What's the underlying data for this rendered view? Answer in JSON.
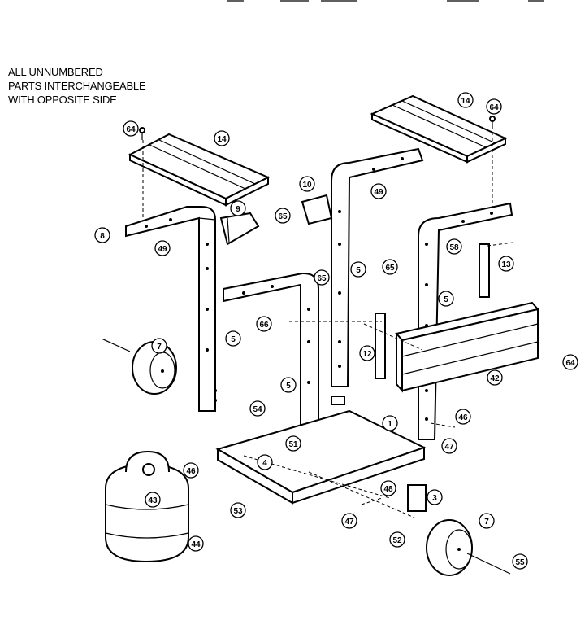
{
  "note": {
    "line1": "ALL UNNUMBERED",
    "line2": "PARTS INTERCHANGEABLE",
    "line3": "WITH OPPOSITE SIDE"
  },
  "callouts": {
    "c14a": "14",
    "c64a": "64",
    "c14b": "14",
    "c64b": "64",
    "c10": "10",
    "c49a": "49",
    "c65a": "65",
    "c9": "9",
    "c8": "8",
    "c49b": "49",
    "c58": "58",
    "c13": "13",
    "c65b": "65",
    "c65c": "65",
    "c5a": "5",
    "c5b": "5",
    "c5c": "5",
    "c5d": "5",
    "c66": "66",
    "c12": "12",
    "c64c": "64",
    "c42": "42",
    "c1": "1",
    "c46a": "46",
    "c47a": "47",
    "c54": "54",
    "c51": "51",
    "c4": "4",
    "c46b": "46",
    "c43": "43",
    "c53": "53",
    "c47b": "47",
    "c48": "48",
    "c3": "3",
    "c52": "52",
    "c7": "7",
    "c55": "55",
    "c44": "44",
    "c7w": "7"
  }
}
